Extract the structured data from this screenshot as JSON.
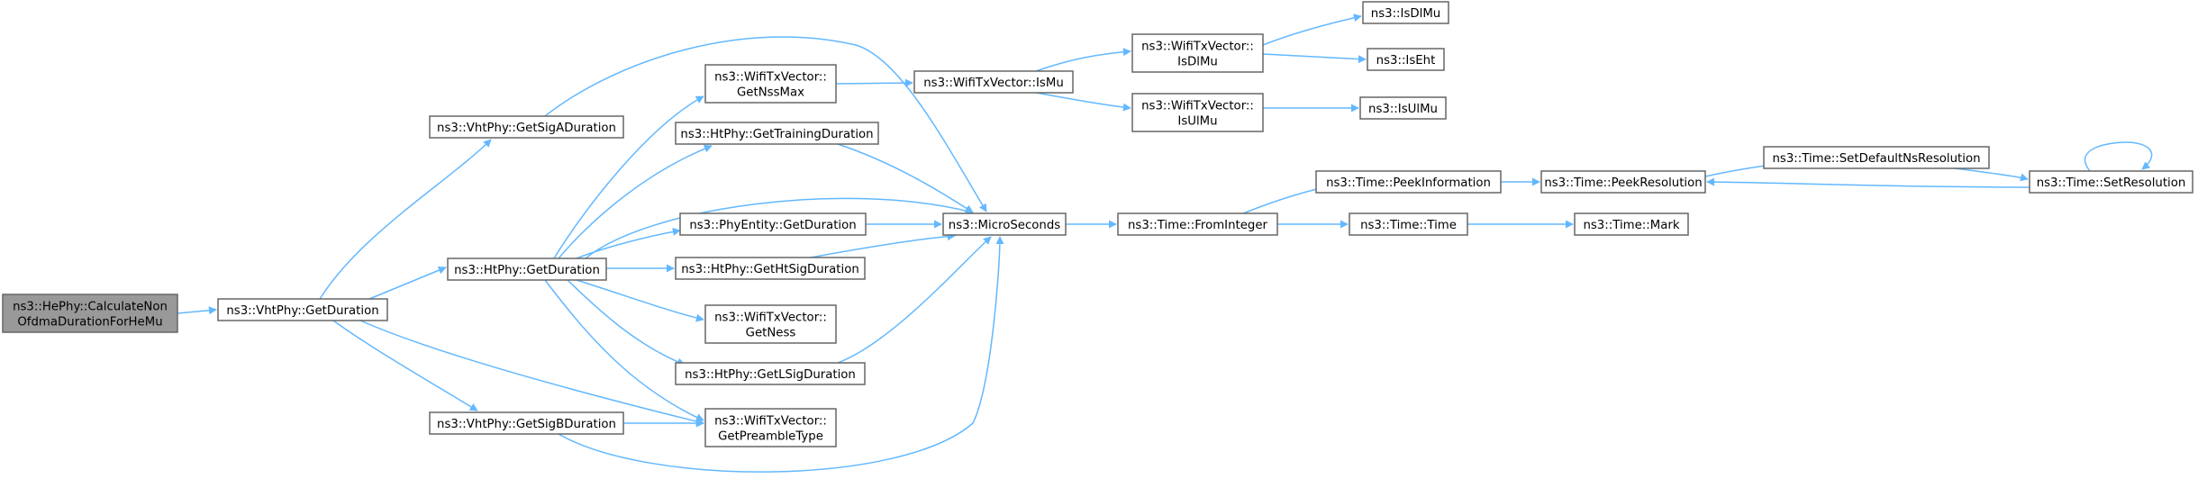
{
  "graph": {
    "nodes": [
      {
        "id": "n0",
        "lines": [
          "ns3::HePhy::CalculateNon",
          "OfdmaDurationForHeMu"
        ],
        "root": true
      },
      {
        "id": "n1",
        "lines": [
          "ns3::VhtPhy::GetDuration"
        ]
      },
      {
        "id": "n2",
        "lines": [
          "ns3::HtPhy::GetDuration"
        ]
      },
      {
        "id": "n3",
        "lines": [
          "ns3::VhtPhy::GetSigADuration"
        ]
      },
      {
        "id": "n4",
        "lines": [
          "ns3::VhtPhy::GetSigBDuration"
        ]
      },
      {
        "id": "n5",
        "lines": [
          "ns3::WifiTxVector::",
          "GetNssMax"
        ]
      },
      {
        "id": "n6",
        "lines": [
          "ns3::HtPhy::GetTrainingDuration"
        ]
      },
      {
        "id": "n7",
        "lines": [
          "ns3::PhyEntity::GetDuration"
        ]
      },
      {
        "id": "n8",
        "lines": [
          "ns3::HtPhy::GetHtSigDuration"
        ]
      },
      {
        "id": "n9",
        "lines": [
          "ns3::WifiTxVector::",
          "GetNess"
        ]
      },
      {
        "id": "n10",
        "lines": [
          "ns3::HtPhy::GetLSigDuration"
        ]
      },
      {
        "id": "n11",
        "lines": [
          "ns3::WifiTxVector::",
          "GetPreambleType"
        ]
      },
      {
        "id": "n12",
        "lines": [
          "ns3::WifiTxVector::IsMu"
        ]
      },
      {
        "id": "n13",
        "lines": [
          "ns3::MicroSeconds"
        ]
      },
      {
        "id": "n14",
        "lines": [
          "ns3::WifiTxVector::",
          "IsDlMu"
        ]
      },
      {
        "id": "n15",
        "lines": [
          "ns3::WifiTxVector::",
          "IsUlMu"
        ]
      },
      {
        "id": "n16",
        "lines": [
          "ns3::IsDlMu"
        ]
      },
      {
        "id": "n17",
        "lines": [
          "ns3::IsEht"
        ]
      },
      {
        "id": "n18",
        "lines": [
          "ns3::IsUlMu"
        ]
      },
      {
        "id": "n19",
        "lines": [
          "ns3::Time::FromInteger"
        ]
      },
      {
        "id": "n20",
        "lines": [
          "ns3::Time::PeekInformation"
        ]
      },
      {
        "id": "n21",
        "lines": [
          "ns3::Time::Time"
        ]
      },
      {
        "id": "n22",
        "lines": [
          "ns3::Time::PeekResolution"
        ]
      },
      {
        "id": "n23",
        "lines": [
          "ns3::Time::Mark"
        ]
      },
      {
        "id": "n24",
        "lines": [
          "ns3::Time::SetDefaultNsResolution"
        ]
      },
      {
        "id": "n25",
        "lines": [
          "ns3::Time::SetResolution"
        ]
      }
    ],
    "edges": [
      [
        "n0",
        "n1"
      ],
      [
        "n1",
        "n2"
      ],
      [
        "n1",
        "n3"
      ],
      [
        "n1",
        "n4"
      ],
      [
        "n1",
        "n11"
      ],
      [
        "n2",
        "n5"
      ],
      [
        "n2",
        "n6"
      ],
      [
        "n2",
        "n7"
      ],
      [
        "n2",
        "n8"
      ],
      [
        "n2",
        "n9"
      ],
      [
        "n2",
        "n10"
      ],
      [
        "n2",
        "n11"
      ],
      [
        "n2",
        "n13"
      ],
      [
        "n3",
        "n13"
      ],
      [
        "n4",
        "n11"
      ],
      [
        "n4",
        "n13"
      ],
      [
        "n5",
        "n12"
      ],
      [
        "n6",
        "n13"
      ],
      [
        "n7",
        "n13"
      ],
      [
        "n8",
        "n13"
      ],
      [
        "n10",
        "n13"
      ],
      [
        "n12",
        "n14"
      ],
      [
        "n12",
        "n15"
      ],
      [
        "n14",
        "n16"
      ],
      [
        "n14",
        "n17"
      ],
      [
        "n15",
        "n18"
      ],
      [
        "n13",
        "n19"
      ],
      [
        "n19",
        "n20"
      ],
      [
        "n19",
        "n21"
      ],
      [
        "n20",
        "n22"
      ],
      [
        "n21",
        "n23"
      ],
      [
        "n22",
        "n24"
      ],
      [
        "n24",
        "n25"
      ],
      [
        "n25",
        "n22"
      ],
      [
        "n25",
        "n25"
      ]
    ]
  }
}
